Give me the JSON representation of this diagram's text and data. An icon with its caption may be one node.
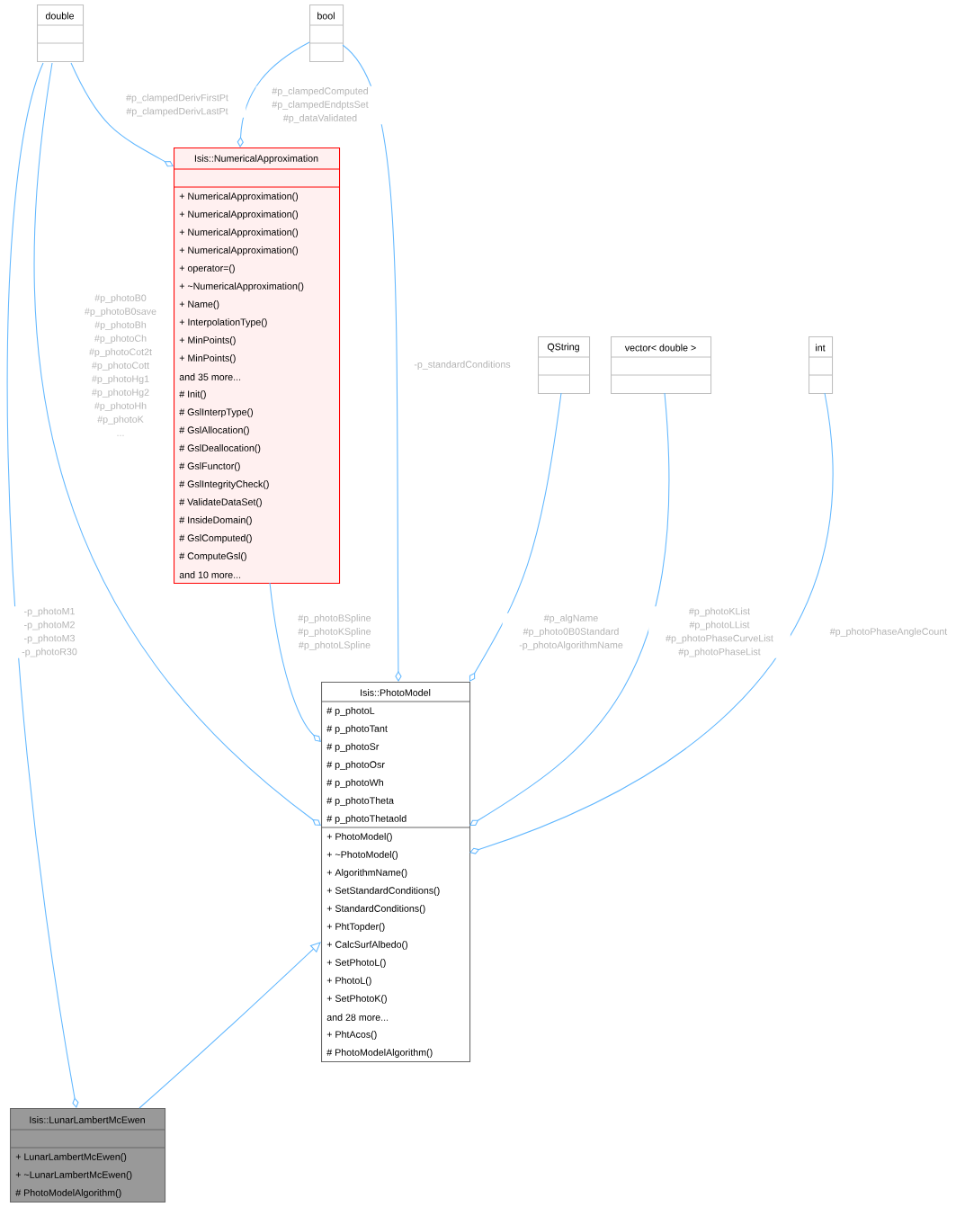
{
  "diagram": {
    "nodes": [
      {
        "text": [
          "double"
        ]
      },
      {
        "text": [
          "bool"
        ]
      },
      {
        "text": [
          "Isis::NumericalApproximation",
          "+ NumericalApproximation()",
          "+ NumericalApproximation()",
          "+ NumericalApproximation()",
          "+ NumericalApproximation()",
          "+ operator=()",
          "+ ~NumericalApproximation()",
          "+ Name()",
          "+ InterpolationType()",
          "+ MinPoints()",
          "+ MinPoints()",
          "and 35 more...",
          "# Init()",
          "# GslInterpType()",
          "# GslAllocation()",
          "# GslDeallocation()",
          "# GslFunctor()",
          "# GslIntegrityCheck()",
          "# ValidateDataSet()",
          "# InsideDomain()",
          "# GslComputed()",
          "# ComputeGsl()",
          "and 10 more..."
        ]
      },
      {
        "text": [
          "QString"
        ]
      },
      {
        "text": [
          "vector< double >"
        ]
      },
      {
        "text": [
          "int"
        ]
      },
      {
        "text": [
          "Isis::PhotoModel",
          "# p_photoL",
          "# p_photoTant",
          "# p_photoSr",
          "# p_photoOsr",
          "# p_photoWh",
          "# p_photoTheta",
          "# p_photoThetaold",
          "+ PhotoModel()",
          "+ ~PhotoModel()",
          "+ AlgorithmName()",
          "+ SetStandardConditions()",
          "+ StandardConditions()",
          "+ PhtTopder()",
          "+ CalcSurfAlbedo()",
          "+ SetPhotoL()",
          "+ PhotoL()",
          "+ SetPhotoK()",
          "and 28 more...",
          "+ PhtAcos()",
          "# PhotoModelAlgorithm()"
        ]
      },
      {
        "text": [
          "Isis::LunarLambertMcEwen",
          "+ LunarLambertMcEwen()",
          "+ ~LunarLambertMcEwen()",
          "# PhotoModelAlgorithm()"
        ]
      }
    ],
    "edges": [
      {
        "from": 0,
        "to": 2,
        "arrow": "other",
        "label": "#p_clampedDerivFirstPt #p_clampedDerivLastPt"
      },
      {
        "from": 1,
        "to": 2,
        "arrow": "other",
        "label": "#p_clampedComputed #p_clampedEndptsSet #p_dataValidated"
      },
      {
        "from": 0,
        "to": 6,
        "arrow": "other",
        "label": "#p_photoB0 #p_photoB0save #p_photoBh #p_photoCh #p_photoCot2t #p_photoCott #p_photoHg1 #p_photoHg2 #p_photoHh #p_photoK ..."
      },
      {
        "from": 1,
        "to": 6,
        "arrow": "other",
        "label": "-p_standardConditions"
      },
      {
        "from": 2,
        "to": 6,
        "arrow": "other",
        "label": "#p_photoBSpline #p_photoKSpline #p_photoLSpline"
      },
      {
        "from": 3,
        "to": 6,
        "arrow": "other",
        "label": "#p_algName #p_photo0B0Standard -p_photoAlgorithmName"
      },
      {
        "from": 4,
        "to": 6,
        "arrow": "other",
        "label": "#p_photoKList #p_photoLList #p_photoPhaseCurveList #p_photoPhaseList"
      },
      {
        "from": 5,
        "to": 6,
        "arrow": "other",
        "label": "#p_photoPhaseAngleCount"
      },
      {
        "from": 0,
        "to": 7,
        "arrow": "other",
        "label": "-p_photoM1 -p_photoM2 -p_photoM3 -p_photoR30"
      },
      {
        "from": 7,
        "to": 6,
        "arrow": "to"
      }
    ]
  }
}
